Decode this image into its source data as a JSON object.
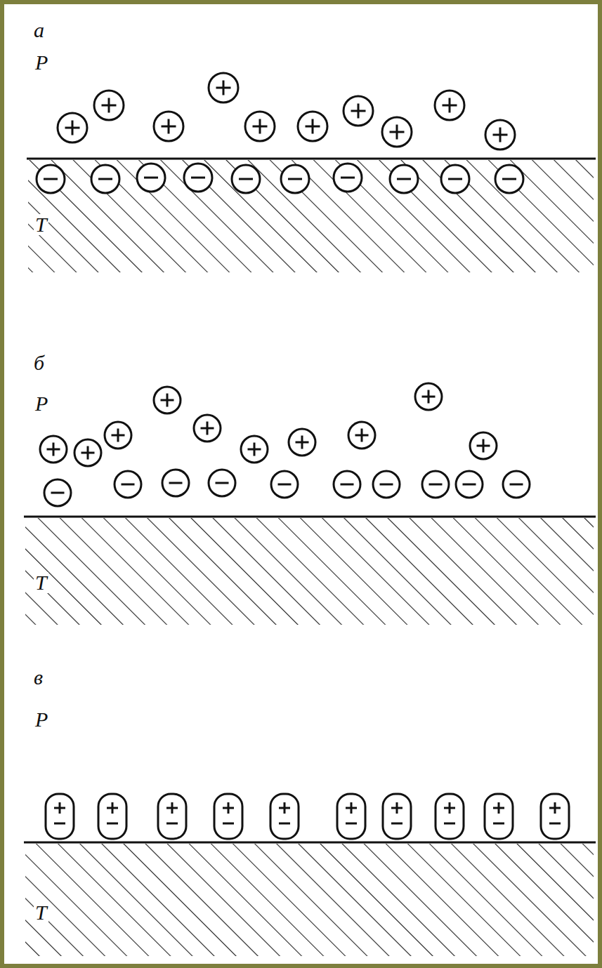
{
  "diagram": {
    "labels": [
      "а",
      "Р",
      "Т",
      "б",
      "Р",
      "Т",
      "в",
      "Р",
      "Т"
    ]
  }
}
